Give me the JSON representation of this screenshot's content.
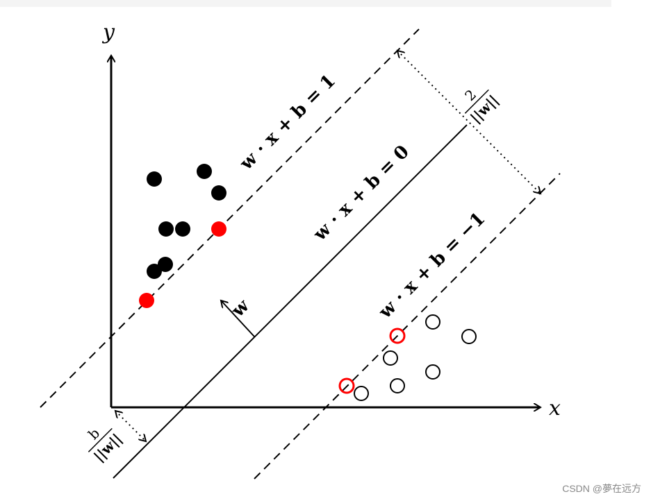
{
  "axes": {
    "x_label": "x",
    "y_label": "y"
  },
  "lines": {
    "upper_margin": "w · x + b = 1",
    "decision": "w · x + b = 0",
    "lower_margin": "w · x + b = −1"
  },
  "normal_vector": "w",
  "margin_width": {
    "numerator": "2",
    "denominator": "||w||"
  },
  "offset": {
    "numerator": "b",
    "denominator": "||w||"
  },
  "points": {
    "class_positive": "filled black",
    "class_negative": "hollow black",
    "support_vector_color": "#ff0000"
  },
  "watermark": "CSDN @夢在远方"
}
